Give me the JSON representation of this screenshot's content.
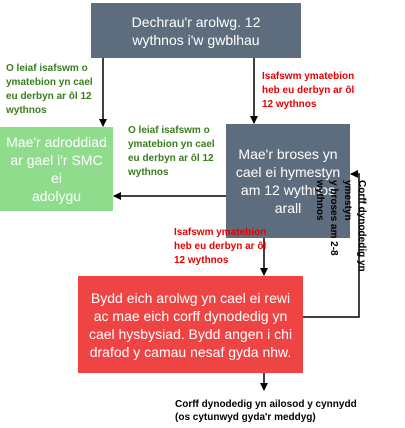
{
  "boxes": {
    "start": {
      "line1": "Dechrau'r arolwg. 12",
      "line2": "wythnos i'w gwblhau"
    },
    "report": {
      "line1": "Mae'r adroddiad",
      "line2": "ar gael i'r SMC ei",
      "line3": "adolygu"
    },
    "extend": {
      "line1": "Mae'r broses yn",
      "line2": "cael ei hymestyn",
      "line3": "am 12 wythnos",
      "line4": "arall"
    },
    "alert": {
      "line1": "Bydd eich arolwg yn cael ei rewi",
      "line2": "ac mae eich corff dynodedig yn",
      "line3": "cael hysbysiad. Bydd angen i chi",
      "line4": "drafod y camau nesaf gyda nhw."
    }
  },
  "labels": {
    "green_left": "O leiaf isafswm o\nymatebion yn cael\neu derbyn ar ôl 12\nwythnos",
    "green_mid": "O leiaf isafswm o\nymatebion yn cael\neu derbyn ar ôl 12\nwythnos",
    "red_topright": "Isafswm ymatebion\nheb eu derbyn ar ôl\n12 wythnos",
    "red_midright": "Isafswm ymatebion\nheb eu derbyn ar ôl\n12 wythnos",
    "vertical": "Corff dynodedig yn ymestyn\ny broses am 2-8 wythnos",
    "bottom": "Corff dynodedig yn ailosod y cynnydd\n(os cytunwyd gyda'r meddyg)"
  },
  "colors": {
    "slate": "#5d6d7e",
    "green_box": "#8fdc8d",
    "red_box": "#ef4444",
    "green_text": "#3a7d1e",
    "red_text": "#e60000"
  }
}
